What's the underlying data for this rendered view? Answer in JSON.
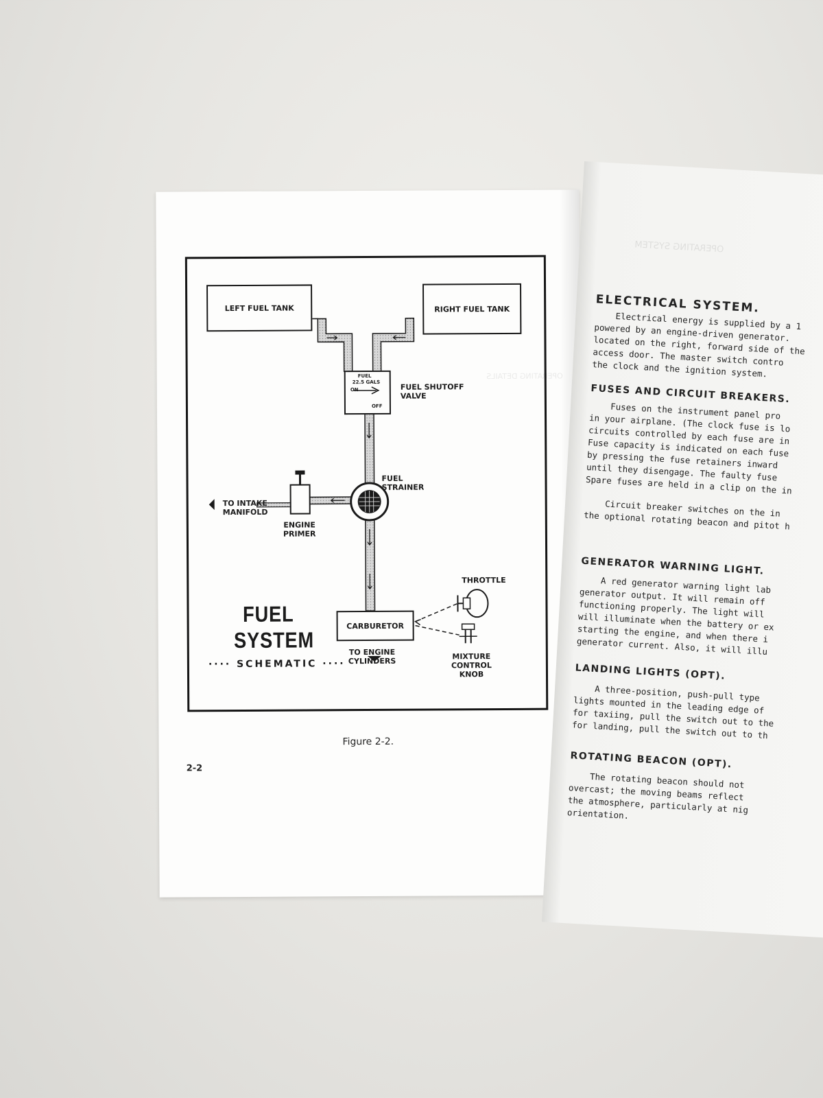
{
  "left_page": {
    "diagram": {
      "left_tank": "LEFT FUEL TANK",
      "right_tank": "RIGHT FUEL TANK",
      "valve_face_top": "FUEL",
      "valve_face_gals": "22.5 GALS",
      "valve_face_on": "ON",
      "valve_face_off": "OFF",
      "fuel_shutoff_valve": [
        "FUEL SHUTOFF",
        "VALVE"
      ],
      "fuel_strainer": [
        "FUEL",
        "STRAINER"
      ],
      "to_intake_manifold": [
        "TO INTAKE",
        "MANIFOLD"
      ],
      "engine_primer": [
        "ENGINE",
        "PRIMER"
      ],
      "throttle": "THROTTLE",
      "carburetor": "CARBURETOR",
      "to_engine_cylinders": [
        "TO ENGINE",
        "CYLINDERS"
      ],
      "mixture_control_knob": [
        "MIXTURE",
        "CONTROL",
        "KNOB"
      ],
      "title_line1": "FUEL",
      "title_line2": "SYSTEM",
      "title_line3": "···· SCHEMATIC ····"
    },
    "caption": "Figure 2-2.",
    "page_number": "2-2"
  },
  "right_page": {
    "electrical_system": {
      "heading": "ELECTRICAL SYSTEM.",
      "lines": [
        "    Electrical energy is supplied by a 1",
        "powered by an engine-driven generator.",
        "located on the right, forward side of the",
        "access door.  The master switch contro",
        "the clock and the ignition system."
      ]
    },
    "fuses": {
      "heading": "FUSES AND CIRCUIT BREAKERS.",
      "lines": [
        "    Fuses on the instrument panel pro",
        "in your airplane.  (The clock fuse is lo",
        "circuits controlled by each fuse are in",
        "Fuse capacity is indicated on each fuse",
        "by pressing the fuse retainers inward",
        "until they disengage.  The faulty fuse",
        "Spare fuses are held in a clip on the in"
      ],
      "lines2": [
        "    Circuit breaker switches on the in",
        "the optional rotating beacon and pitot h"
      ]
    },
    "generator": {
      "heading": "GENERATOR WARNING LIGHT.",
      "lines": [
        "    A red generator warning light lab",
        "generator output.  It will remain off",
        "functioning properly.  The light will",
        "will illuminate when the battery or ex",
        "starting the engine, and when there i",
        "generator current.  Also, it will illu"
      ]
    },
    "landing_lights": {
      "heading": "LANDING LIGHTS (OPT).",
      "lines": [
        "    A three-position, push-pull type",
        "lights mounted in the leading edge of",
        "for taxiing, pull the switch out to the",
        "for landing, pull the switch out to th"
      ]
    },
    "rotating_beacon": {
      "heading": "ROTATING BEACON (OPT).",
      "lines": [
        "    The rotating beacon should not",
        "overcast; the moving beams reflect",
        "the atmosphere, particularly at nig",
        "orientation."
      ]
    }
  }
}
